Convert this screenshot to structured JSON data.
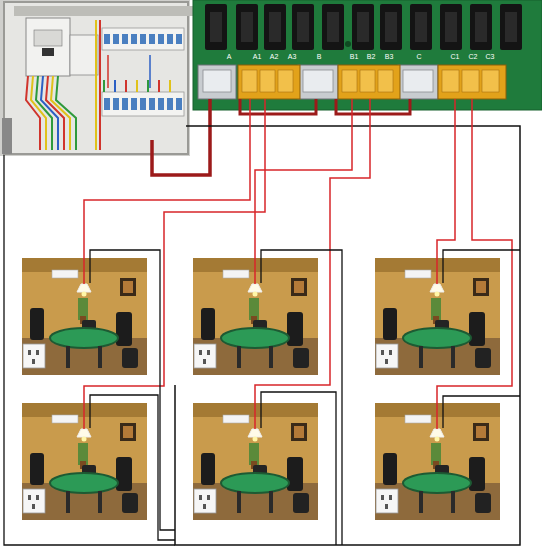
{
  "diagram": {
    "labels": [
      "A",
      "A1",
      "A2",
      "A3",
      "B",
      "B1",
      "B2",
      "B3",
      "C",
      "C1",
      "C2",
      "C3"
    ]
  }
}
